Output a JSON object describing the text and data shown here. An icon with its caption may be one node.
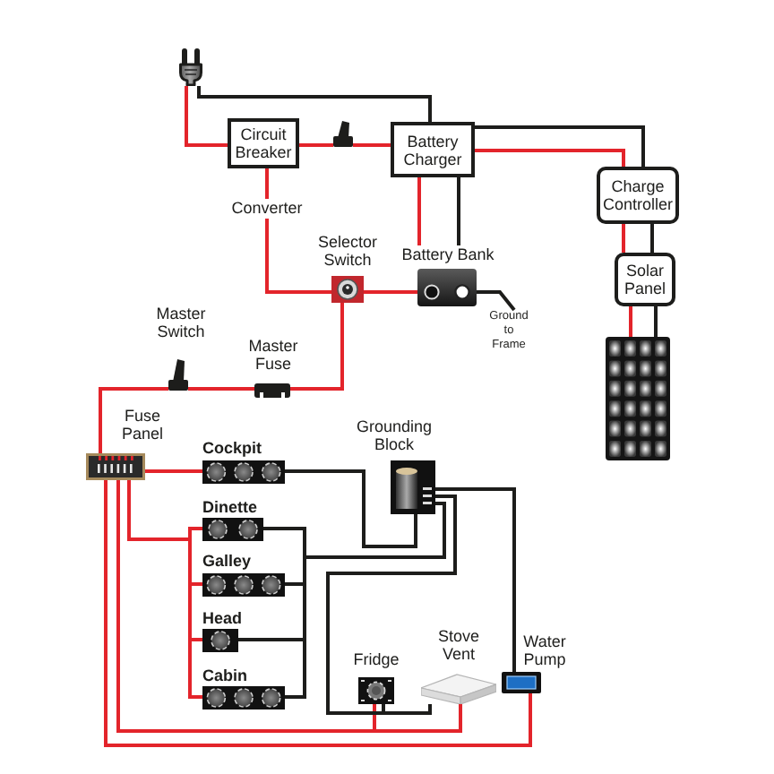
{
  "diagram": {
    "nodes": [
      {
        "text": [],
        "shape": "picture"
      },
      {
        "text": [
          "Circuit Breaker"
        ]
      },
      {
        "text": [],
        "shape": "picture"
      },
      {
        "text": [
          "Battery Charger"
        ]
      },
      {
        "text": [
          "Charge Controller"
        ]
      },
      {
        "text": [
          "Solar Panel"
        ]
      },
      {
        "text": [],
        "shape": "picture"
      },
      {
        "text": [
          "Converter"
        ]
      },
      {
        "text": [
          "Selector Switch"
        ]
      },
      {
        "text": [
          "Battery Bank"
        ]
      },
      {
        "text": [
          "Ground to Frame"
        ]
      },
      {
        "text": [
          "Master Switch"
        ]
      },
      {
        "text": [
          "Master Fuse"
        ]
      },
      {
        "text": [
          "Fuse Panel"
        ]
      },
      {
        "text": [
          "Cockpit"
        ]
      },
      {
        "text": [
          "Dinette"
        ]
      },
      {
        "text": [
          "Galley"
        ]
      },
      {
        "text": [
          "Head"
        ]
      },
      {
        "text": [
          "Cabin"
        ]
      },
      {
        "text": [
          "Grounding Block"
        ]
      },
      {
        "text": [
          "Fridge"
        ]
      },
      {
        "text": [
          "Stove Vent"
        ]
      },
      {
        "text": [
          "Water Pump"
        ]
      }
    ],
    "edges": [
      {
        "from": 0,
        "to": 1,
        "arrow": "none"
      },
      {
        "from": 0,
        "to": 3,
        "arrow": "none",
        "color": "#1d1d1b"
      },
      {
        "from": 1,
        "to": 2,
        "arrow": "none"
      },
      {
        "from": 2,
        "to": 3,
        "arrow": "none"
      },
      {
        "from": 3,
        "to": 4,
        "arrow": "none"
      },
      {
        "from": 3,
        "to": 4,
        "arrow": "none",
        "color": "#1d1d1b"
      },
      {
        "from": 1,
        "to": 7,
        "arrow": "none"
      },
      {
        "from": 7,
        "to": 8,
        "arrow": "none"
      },
      {
        "from": 3,
        "to": 9,
        "arrow": "none"
      },
      {
        "from": 3,
        "to": 9,
        "arrow": "none",
        "color": "#1d1d1b"
      },
      {
        "from": 8,
        "to": 9,
        "arrow": "none"
      },
      {
        "from": 9,
        "to": 10,
        "arrow": "none",
        "color": "#1d1d1b"
      },
      {
        "from": 4,
        "to": 5,
        "arrow": "none"
      },
      {
        "from": 4,
        "to": 5,
        "arrow": "none",
        "color": "#1d1d1b"
      },
      {
        "from": 5,
        "to": 6,
        "arrow": "none"
      },
      {
        "from": 5,
        "to": 6,
        "arrow": "none",
        "color": "#1d1d1b"
      },
      {
        "from": 8,
        "to": 12,
        "arrow": "none"
      },
      {
        "from": 12,
        "to": 11,
        "arrow": "none"
      },
      {
        "from": 11,
        "to": 13,
        "arrow": "none"
      },
      {
        "from": 13,
        "to": 14,
        "arrow": "none"
      },
      {
        "from": 13,
        "to": 15,
        "arrow": "none"
      },
      {
        "from": 13,
        "to": 16,
        "arrow": "none"
      },
      {
        "from": 13,
        "to": 17,
        "arrow": "none"
      },
      {
        "from": 13,
        "to": 18,
        "arrow": "none"
      },
      {
        "from": 13,
        "to": 20,
        "arrow": "none"
      },
      {
        "from": 13,
        "to": 21,
        "arrow": "none"
      },
      {
        "from": 13,
        "to": 22,
        "arrow": "none"
      },
      {
        "from": 14,
        "to": 19,
        "arrow": "none",
        "color": "#1d1d1b"
      },
      {
        "from": 15,
        "to": 19,
        "arrow": "none",
        "color": "#1d1d1b"
      },
      {
        "from": 16,
        "to": 19,
        "arrow": "none",
        "color": "#1d1d1b"
      },
      {
        "from": 17,
        "to": 19,
        "arrow": "none",
        "color": "#1d1d1b"
      },
      {
        "from": 18,
        "to": 19,
        "arrow": "none",
        "color": "#1d1d1b"
      },
      {
        "from": 20,
        "to": 19,
        "arrow": "none",
        "color": "#1d1d1b"
      },
      {
        "from": 21,
        "to": 19,
        "arrow": "none",
        "color": "#1d1d1b"
      },
      {
        "from": 22,
        "to": 19,
        "arrow": "none",
        "color": "#1d1d1b"
      }
    ]
  }
}
